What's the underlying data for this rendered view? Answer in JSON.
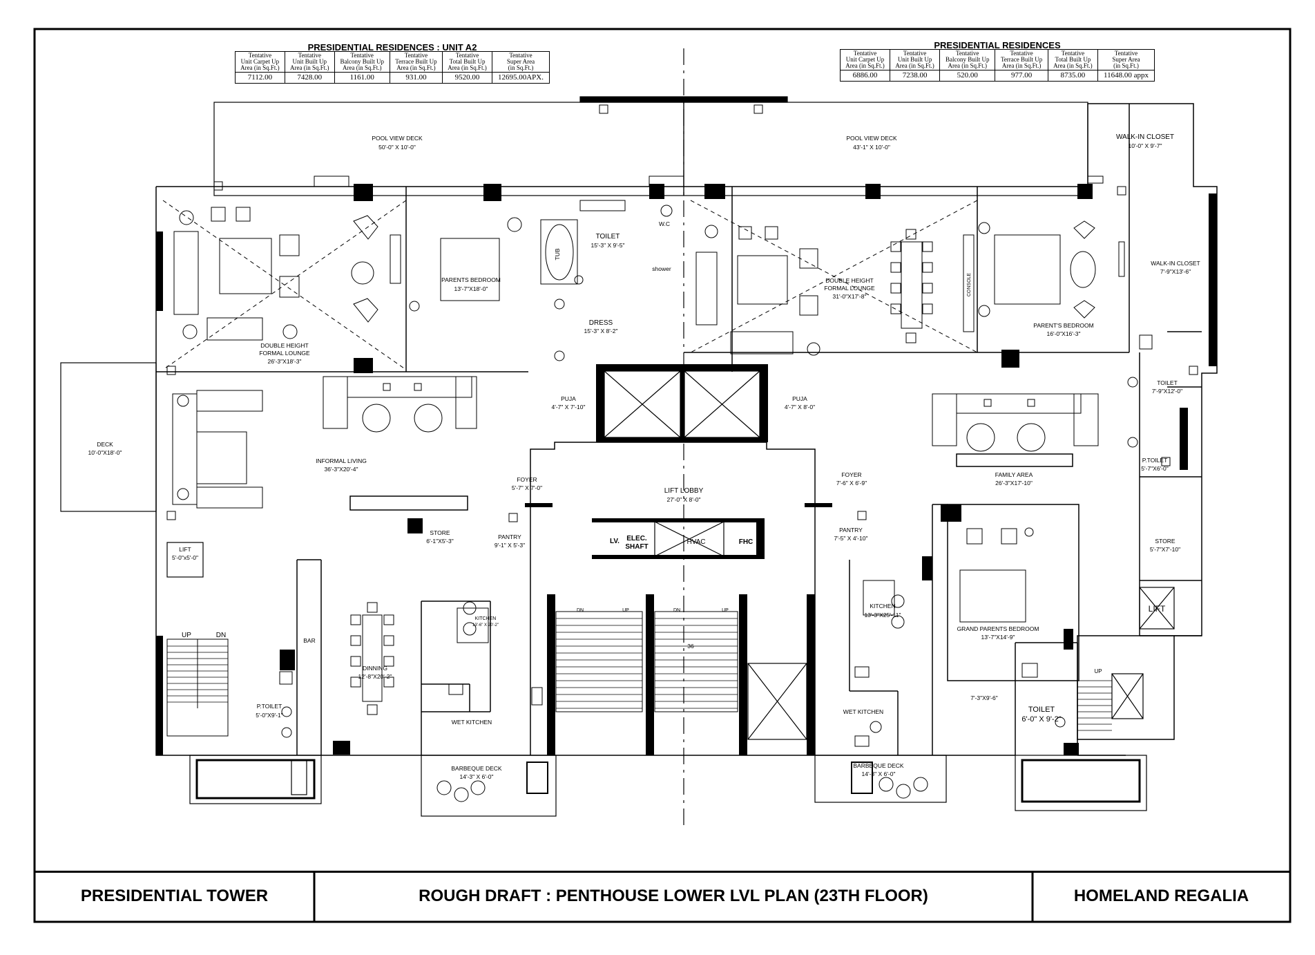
{
  "tables": {
    "left": {
      "title": "PRESIDENTIAL RESIDENCES : UNIT A2",
      "headers": [
        [
          "Tentative",
          "Unit Carpet Up",
          "Area (in Sq.Ft.)"
        ],
        [
          "Tentative",
          "Unit Built Up",
          "Area (in Sq.Ft.)"
        ],
        [
          "Tentative",
          "Balcony Built Up",
          "Area (in Sq.Ft.)"
        ],
        [
          "Tentative",
          "Terrace Built Up",
          "Area (in Sq.Ft.)"
        ],
        [
          "Tentative",
          "Total Built Up",
          "Area (in Sq.Ft.)"
        ],
        [
          "Tentative",
          "Super Area",
          "(in Sq.Ft.)"
        ]
      ],
      "values": [
        "7112.00",
        "7428.00",
        "1161.00",
        "931.00",
        "9520.00",
        "12695.00APX."
      ]
    },
    "right": {
      "title": "PRESIDENTIAL RESIDENCES",
      "headers": [
        [
          "Tentative",
          "Unit Carpet Up",
          "Area (in Sq.Ft.)"
        ],
        [
          "Tentative",
          "Unit Built Up",
          "Area (in Sq.Ft.)"
        ],
        [
          "Tentative",
          "Balcony Built Up",
          "Area (in Sq.Ft.)"
        ],
        [
          "Tentative",
          "Terrace Built Up",
          "Area (in Sq.Ft.)"
        ],
        [
          "Tentative",
          "Total Built Up",
          "Area (in Sq.Ft.)"
        ],
        [
          "Tentative",
          "Super Area",
          "(in Sq.Ft.)"
        ]
      ],
      "values": [
        "6886.00",
        "7238.00",
        "520.00",
        "977.00",
        "8735.00",
        "11648.00 appx"
      ]
    }
  },
  "rooms": {
    "pool_deck_left": {
      "name": "POOL VIEW DECK",
      "dim": "50'-0\" X 10'-0\""
    },
    "pool_deck_right": {
      "name": "POOL VIEW DECK",
      "dim": "43'-1\" X 10'-0\""
    },
    "walkin_closet_top": {
      "name": "WALK-IN CLOSET",
      "dim": "10'-0\" X 9'-7\""
    },
    "walkin_closet_side": {
      "name": "WALK-IN CLOSET",
      "dim": "7'-9\"X13'-6\""
    },
    "toilet_tub": {
      "name": "TOILET",
      "dim": "15'-3\" X 9'-5\""
    },
    "tub": "TUB",
    "wc": "W.C",
    "shower": "shower",
    "dress": {
      "name": "DRESS",
      "dim": "15'-3\" X 8'-2\""
    },
    "parents_bed_left": {
      "name": "PARENTS BEDROOM",
      "dim": "13'-7\"X18'-0\""
    },
    "parents_bed_right": {
      "name": "PARENT'S BEDROOM",
      "dim": "16'-0\"X16'-3\""
    },
    "lounge_left": {
      "name1": "DOUBLE HEIGHT",
      "name2": "FORMAL LOUNGE",
      "dim": "26'-3\"X18'-3\""
    },
    "lounge_right": {
      "name1": "DOUBLE HEIGHT",
      "name2": "FORMAL LOUNGE",
      "dim": "31'-0\"X17'-8\""
    },
    "console": "CONSOLE",
    "deck": {
      "name": "DECK",
      "dim": "10'-0\"X18'-0\""
    },
    "informal_living": {
      "name": "INFORMAL LIVING",
      "dim": "36'-3\"X20'-4\""
    },
    "family_area": {
      "name": "FAMILY AREA",
      "dim": "26'-3\"X17'-10\""
    },
    "puja_left": {
      "name": "PUJA",
      "dim": "4'-7\" X 7'-10\""
    },
    "puja_right": {
      "name": "PUJA",
      "dim": "4'-7\" X 8'-0\""
    },
    "foyer_left": {
      "name": "FOYER",
      "dim": "5'-7\" X 7'-0\""
    },
    "foyer_right": {
      "name": "FOYER",
      "dim": "7'-6\" X 6'-9\""
    },
    "lift_lobby": {
      "name": "LIFT LOBBY",
      "dim": "27'-0\" X 8'-0\""
    },
    "store_left": {
      "name": "STORE",
      "dim": "6'-1\"X5'-3\""
    },
    "store_right": {
      "name": "STORE",
      "dim": "5'-7\"X7'-10\""
    },
    "pantry_left": {
      "name": "PANTRY",
      "dim": "9'-1\" X 5'-3\""
    },
    "pantry_right": {
      "name": "PANTRY",
      "dim": "7'-5\" X 4'-10\""
    },
    "lv": "LV.",
    "elec_shaft1": "ELEC.",
    "elec_shaft2": "SHAFT",
    "hvac": "HVAC",
    "fhc": "FHC",
    "lift_left": {
      "name": "LIFT",
      "dim": "5'-0\"x5'-0\""
    },
    "lift_right": "LIFT",
    "up": "UP",
    "dn": "DN",
    "stair_no": "36",
    "bar": "BAR",
    "dinning": {
      "name": "DINNING",
      "dim": "12'-8\"X20'-2\""
    },
    "kitchen_left": {
      "name": "KITCHEN",
      "dim": "13'-6\" X 20'-2\""
    },
    "kitchen_right": {
      "name": "KITCHEN",
      "dim": "13'-3\"X25'-11\""
    },
    "wet_kitchen_left": "WET KITCHEN",
    "wet_kitchen_right": "WET KITCHEN",
    "ptoilet_left": {
      "name": "P.TOILET",
      "dim": "5'-0\"X9'-1\""
    },
    "ptoilet_right": {
      "name": "P.TOILET",
      "dim": "5'-7\"X6'-0\""
    },
    "toilet_right_side": {
      "name": "TOILET",
      "dim": "7'-9\"X12'-0\""
    },
    "toilet_gp": {
      "name": "TOILET",
      "dim": "6'-0\" X 9'-2\""
    },
    "grand_bed": {
      "name": "GRAND PARENTS BEDROOM",
      "dim": "13'-7\"X14'-9\""
    },
    "gp_dim2": "7'-3\"X9'-6\"",
    "bbq_left": {
      "name": "BARBEQUE DECK",
      "dim": "14'-3\" X 6'-0\""
    },
    "bbq_right": {
      "name": "BARBEQUE DECK",
      "dim": "14'-3\" X 6'-0\""
    }
  },
  "title_block": {
    "left": "PRESIDENTIAL TOWER",
    "center": "ROUGH DRAFT : PENTHOUSE LOWER LVL PLAN (23TH FLOOR)",
    "right": "HOMELAND REGALIA"
  }
}
